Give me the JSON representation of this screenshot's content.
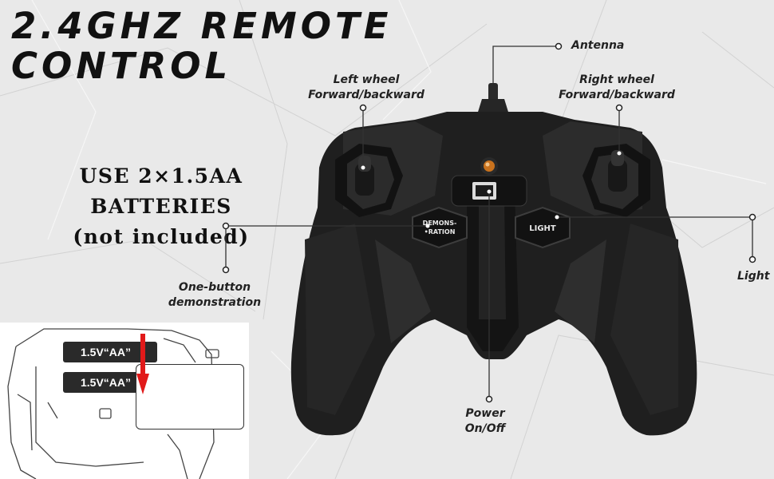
{
  "title": {
    "line1": "2.4GHZ REMOTE",
    "line2": "CONTROL"
  },
  "battery_note": {
    "line1": "USE 2×1.5AA BATTERIES",
    "line2": "(not included)"
  },
  "callouts": {
    "antenna": "Antenna",
    "left_wheel": {
      "line1": "Left wheel",
      "line2": "Forward/backward"
    },
    "right_wheel": {
      "line1": "Right wheel",
      "line2": "Forward/backward"
    },
    "demo": {
      "line1": "One-button",
      "line2": "demonstration"
    },
    "light": "Light",
    "power": {
      "line1": "Power",
      "line2": "On/Off"
    }
  },
  "controller_buttons": {
    "demo_line1": "DEMONS-",
    "demo_line2": "•RATION",
    "light": "LIGHT"
  },
  "battery_inset": {
    "cell1": "1.5V“AA”",
    "cell2": "1.5V“AA”"
  },
  "colors": {
    "body": "#1f1f1f",
    "highlight": "#3a3a3a",
    "accent_arrow": "#e11a1a",
    "paper": "#e9e9e9"
  },
  "icons": [
    "antenna-icon",
    "joystick-icon",
    "led-icon",
    "power-switch-icon",
    "arrow-down-icon"
  ]
}
